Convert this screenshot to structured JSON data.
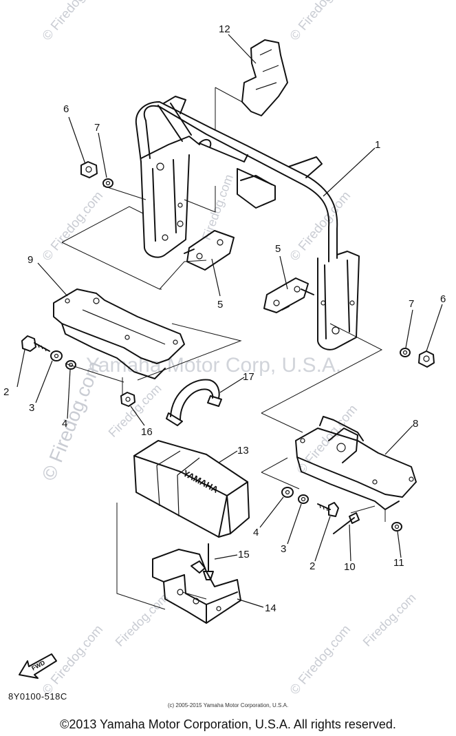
{
  "watermarks": {
    "center": "Yamaha Motor Corp, U.S.A.",
    "vertical": "© Firedog.com",
    "small": "© Firedog.com",
    "diag": "Firedog.com"
  },
  "callouts": [
    "1",
    "2",
    "3",
    "4",
    "5",
    "6",
    "7",
    "8",
    "9",
    "10",
    "11",
    "12",
    "13",
    "14",
    "15",
    "16",
    "17"
  ],
  "fwd_label": "FWD",
  "battery_label": "YAMAHA",
  "drawing_code": "8Y0100-518C",
  "diagram_copyright": "(c) 2005-2015 Yamaha Motor Corporation, U.S.A.",
  "page_copyright": "©2013 Yamaha Motor Corporation, U.S.A. All rights reserved."
}
